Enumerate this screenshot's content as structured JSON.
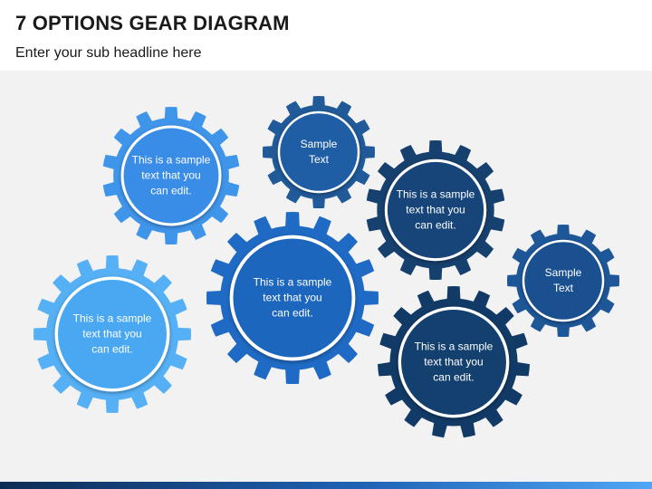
{
  "header": {
    "title": "7 OPTIONS GEAR DIAGRAM",
    "subtitle": "Enter your sub headline here"
  },
  "gears": [
    {
      "id": "gear-1",
      "text_lines": [
        "This is a sample",
        "text that you",
        "can edit."
      ],
      "color": "#3f95ea",
      "inner": "#3a8de6"
    },
    {
      "id": "gear-2",
      "text_lines": [
        "Sample",
        "Text"
      ],
      "color": "#205a98",
      "inner": "#1f5ea5"
    },
    {
      "id": "gear-3",
      "text_lines": [
        "This is a sample",
        "text that you",
        "can edit."
      ],
      "color": "#16406e",
      "inner": "#17457a"
    },
    {
      "id": "gear-4",
      "text_lines": [
        "Sample",
        "Text"
      ],
      "color": "#1d5798",
      "inner": "#1a5090"
    },
    {
      "id": "gear-5",
      "text_lines": [
        "This is a sample",
        "text that you",
        "can edit."
      ],
      "color": "#1f6ac4",
      "inner": "#1d66bd"
    },
    {
      "id": "gear-6",
      "text_lines": [
        "This is a sample",
        "text that you",
        "can edit."
      ],
      "color": "#56b0f5",
      "inner": "#4aa8f2"
    },
    {
      "id": "gear-7",
      "text_lines": [
        "This is a sample",
        "text that you",
        "can edit."
      ],
      "color": "#123a66",
      "inner": "#14406f"
    }
  ],
  "footer": {
    "bar_colors": [
      "#0d2c54",
      "#1f62b5",
      "#4fa7f5"
    ]
  }
}
